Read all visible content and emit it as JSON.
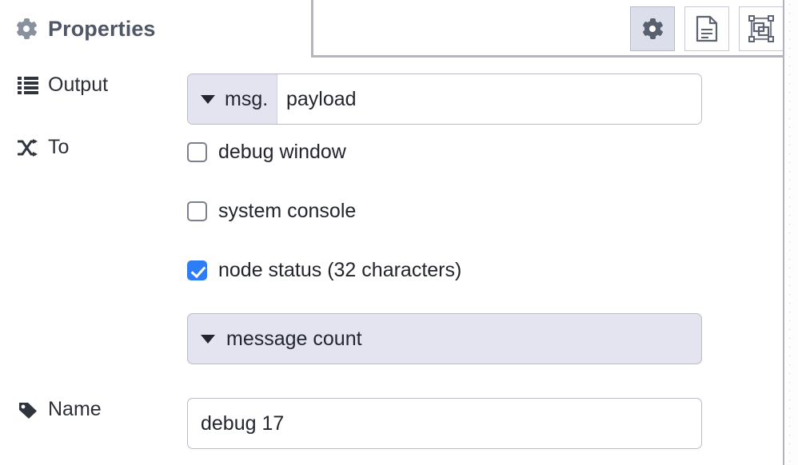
{
  "tab": {
    "label": "Properties",
    "icon": "gear-icon"
  },
  "toolbar": {
    "buttons": [
      {
        "name": "properties-tab-button",
        "icon": "gear-icon",
        "active": true
      },
      {
        "name": "description-tab-button",
        "icon": "document-icon",
        "active": false
      },
      {
        "name": "appearance-tab-button",
        "icon": "appearance-icon",
        "active": false
      }
    ]
  },
  "form": {
    "output": {
      "label": "Output",
      "icon": "list-icon",
      "type_selector": "msg.",
      "value": "payload",
      "placeholder": "payload"
    },
    "to": {
      "label": "To",
      "icon": "shuffle-icon",
      "options": [
        {
          "label": "debug window",
          "checked": false
        },
        {
          "label": "system console",
          "checked": false
        },
        {
          "label": "node status (32 characters)",
          "checked": true
        }
      ],
      "status_type": "message count"
    },
    "name": {
      "label": "Name",
      "icon": "tag-icon",
      "value": "debug 17",
      "placeholder": "Name"
    }
  },
  "colors": {
    "accent_blue": "#2f7df6",
    "lavender": "#e3e4f0",
    "border": "#b9bcc8",
    "tab_text": "#4f5666",
    "text": "#23262e"
  }
}
